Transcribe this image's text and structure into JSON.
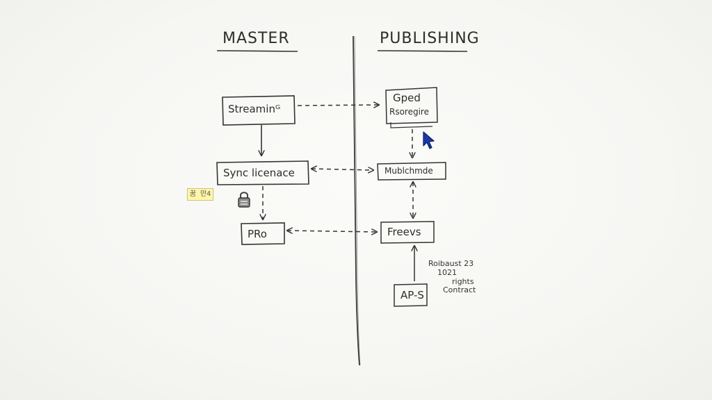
{
  "headings": {
    "master": "MASTER",
    "publishing": "PUBLISHING"
  },
  "nodes": {
    "streaming": "Streaminᴳ",
    "sync_licence": "Sync licenace",
    "pro": "PRo",
    "gped_line1": "Gped",
    "gped_line2": "Rsoregire",
    "mublchmde": "Mublchmde",
    "freevs": "Freevs",
    "aps": "AP-S"
  },
  "annotation": {
    "line1": "Roibaust 23",
    "line2": "1021",
    "line3": "rights",
    "line4": "Contract"
  },
  "sticky_note": "꿈 만4",
  "icons": {
    "lock": "lock-icon",
    "cursor": "mouse-pointer-icon"
  },
  "colors": {
    "ink": "#2b2b2b",
    "cursor": "#1a3aa8",
    "sticky": "#fff6a8"
  }
}
